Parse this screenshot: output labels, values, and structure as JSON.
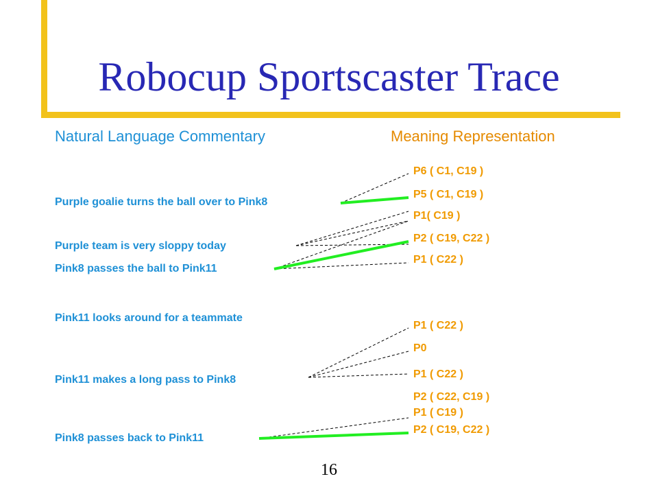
{
  "title": "Robocup Sportscaster Trace",
  "headers": {
    "left": "Natural Language Commentary",
    "right": "Meaning Representation"
  },
  "commentary": [
    "Purple goalie turns the ball over to Pink8",
    "Purple team is very sloppy today",
    "Pink8 passes the ball to Pink11",
    "Pink11 looks around for a teammate",
    "Pink11 makes a long pass to Pink8",
    "Pink8 passes back to Pink11"
  ],
  "meanings": [
    "P6 ( C1, C19 )",
    "P5 ( C1, C19 )",
    "P1( C19 )",
    "P2 ( C19, C22 )",
    "P1 ( C22 )",
    "P1 ( C22 )",
    "P0",
    "P1 ( C22 )",
    "P2 ( C22, C19 )",
    "P1 ( C19 )",
    "P2 ( C19, C22 )"
  ],
  "page_number": "16",
  "colors": {
    "title": "#2828b4",
    "rule": "#f2c21b",
    "commentary": "#1e90d6",
    "meaning": "#f09a00",
    "match_line": "#22ee22",
    "candidate_line": "#000000"
  }
}
